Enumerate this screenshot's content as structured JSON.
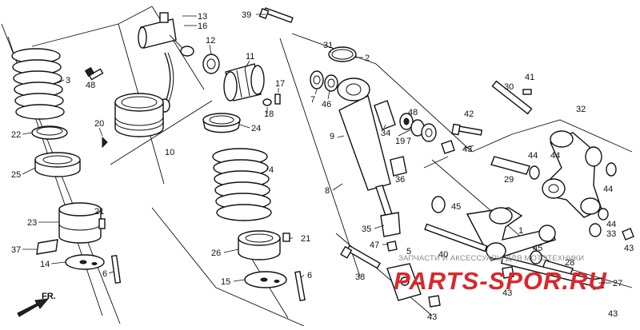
{
  "diagram": {
    "callouts": [
      {
        "id": "c-13",
        "text": "13"
      },
      {
        "id": "c-16",
        "text": "16"
      },
      {
        "id": "c-39",
        "text": "39"
      },
      {
        "id": "c-12",
        "text": "12"
      },
      {
        "id": "c-11",
        "text": "11"
      },
      {
        "id": "c-48a",
        "text": "48"
      },
      {
        "id": "c-3",
        "text": "3"
      },
      {
        "id": "c-17",
        "text": "17"
      },
      {
        "id": "c-18",
        "text": "18"
      },
      {
        "id": "c-22",
        "text": "22"
      },
      {
        "id": "c-20",
        "text": "20"
      },
      {
        "id": "c-10",
        "text": "10"
      },
      {
        "id": "c-24",
        "text": "24"
      },
      {
        "id": "c-25",
        "text": "25"
      },
      {
        "id": "c-4",
        "text": "4"
      },
      {
        "id": "c-23",
        "text": "23"
      },
      {
        "id": "c-21a",
        "text": "21"
      },
      {
        "id": "c-37",
        "text": "37"
      },
      {
        "id": "c-14",
        "text": "14"
      },
      {
        "id": "c-6a",
        "text": "6"
      },
      {
        "id": "c-26",
        "text": "26"
      },
      {
        "id": "c-21b",
        "text": "21"
      },
      {
        "id": "c-15",
        "text": "15"
      },
      {
        "id": "c-6b",
        "text": "6"
      },
      {
        "id": "c-31",
        "text": "31"
      },
      {
        "id": "c-2",
        "text": "2"
      },
      {
        "id": "c-7a",
        "text": "7"
      },
      {
        "id": "c-46",
        "text": "46"
      },
      {
        "id": "c-48b",
        "text": "48"
      },
      {
        "id": "c-34",
        "text": "34"
      },
      {
        "id": "c-19",
        "text": "19"
      },
      {
        "id": "c-7b",
        "text": "7"
      },
      {
        "id": "c-9",
        "text": "9"
      },
      {
        "id": "c-36",
        "text": "36"
      },
      {
        "id": "c-8",
        "text": "8"
      },
      {
        "id": "c-35",
        "text": "35"
      },
      {
        "id": "c-47",
        "text": "47"
      },
      {
        "id": "c-5",
        "text": "5"
      },
      {
        "id": "c-38",
        "text": "38"
      },
      {
        "id": "c-30",
        "text": "30"
      },
      {
        "id": "c-41",
        "text": "41"
      },
      {
        "id": "c-32",
        "text": "32"
      },
      {
        "id": "c-42",
        "text": "42"
      },
      {
        "id": "c-43a",
        "text": "43"
      },
      {
        "id": "c-44a",
        "text": "44"
      },
      {
        "id": "c-29",
        "text": "29"
      },
      {
        "id": "c-44b",
        "text": "44"
      },
      {
        "id": "c-44c",
        "text": "44"
      },
      {
        "id": "c-45a",
        "text": "45"
      },
      {
        "id": "c-44d",
        "text": "44"
      },
      {
        "id": "c-33",
        "text": "33"
      },
      {
        "id": "c-43b",
        "text": "43"
      },
      {
        "id": "c-1",
        "text": "1"
      },
      {
        "id": "c-40",
        "text": "40"
      },
      {
        "id": "c-45b",
        "text": "45"
      },
      {
        "id": "c-28",
        "text": "28"
      },
      {
        "id": "c-27",
        "text": "27"
      },
      {
        "id": "c-43c",
        "text": "43"
      },
      {
        "id": "c-43d",
        "text": "43"
      },
      {
        "id": "c-43e",
        "text": "43"
      }
    ],
    "front_label": "FR.",
    "watermark_line": "ЗАПЧАСТИ И АКСЕССУАРЫ ДЛЯ МОТОТЕХНИКИ",
    "watermark_logo": "PARTS-SPOR.RU",
    "colors": {
      "ink": "#111111",
      "background": "#ffffff",
      "logo_red": "#d9282c",
      "watermark_gray": "#8a8a8a"
    }
  }
}
